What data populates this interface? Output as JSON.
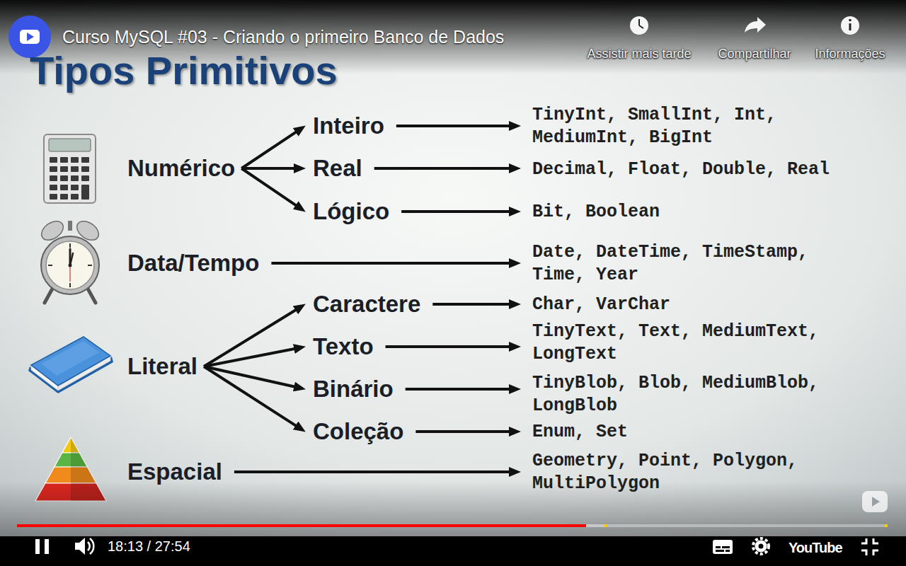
{
  "diagram": {
    "title": "Tipos Primitivos",
    "nodes": [
      {
        "text": [
          "Numérico"
        ]
      },
      {
        "text": [
          "Inteiro"
        ]
      },
      {
        "text": [
          "TinyInt, SmallInt, Int, MediumInt, BigInt"
        ]
      },
      {
        "text": [
          "Real"
        ]
      },
      {
        "text": [
          "Decimal, Float, Double, Real"
        ]
      },
      {
        "text": [
          "Lógico"
        ]
      },
      {
        "text": [
          "Bit, Boolean"
        ]
      },
      {
        "text": [
          "Data/Tempo"
        ]
      },
      {
        "text": [
          "Date, DateTime, TimeStamp, Time, Year"
        ]
      },
      {
        "text": [
          "Literal"
        ]
      },
      {
        "text": [
          "Caractere"
        ]
      },
      {
        "text": [
          "Char, VarChar"
        ]
      },
      {
        "text": [
          "Texto"
        ]
      },
      {
        "text": [
          "TinyText, Text, MediumText, LongText"
        ]
      },
      {
        "text": [
          "Binário"
        ]
      },
      {
        "text": [
          "TinyBlob, Blob, MediumBlob, LongBlob"
        ]
      },
      {
        "text": [
          "Coleção"
        ]
      },
      {
        "text": [
          "Enum, Set"
        ]
      },
      {
        "text": [
          "Espacial"
        ]
      },
      {
        "text": [
          "Geometry, Point, Polygon, MultiPolygon"
        ]
      }
    ],
    "edges": [
      {
        "from": 0,
        "to": 1,
        "arrow": "to"
      },
      {
        "from": 0,
        "to": 3,
        "arrow": "to"
      },
      {
        "from": 0,
        "to": 5,
        "arrow": "to"
      },
      {
        "from": 1,
        "to": 2,
        "arrow": "to"
      },
      {
        "from": 3,
        "to": 4,
        "arrow": "to"
      },
      {
        "from": 5,
        "to": 6,
        "arrow": "to"
      },
      {
        "from": 7,
        "to": 8,
        "arrow": "to"
      },
      {
        "from": 9,
        "to": 10,
        "arrow": "to"
      },
      {
        "from": 9,
        "to": 12,
        "arrow": "to"
      },
      {
        "from": 9,
        "to": 14,
        "arrow": "to"
      },
      {
        "from": 9,
        "to": 16,
        "arrow": "to"
      },
      {
        "from": 10,
        "to": 11,
        "arrow": "to"
      },
      {
        "from": 12,
        "to": 13,
        "arrow": "to"
      },
      {
        "from": 14,
        "to": 15,
        "arrow": "to"
      },
      {
        "from": 16,
        "to": 17,
        "arrow": "to"
      },
      {
        "from": 18,
        "to": 19,
        "arrow": "to"
      }
    ],
    "labels": [
      "Curso MySQL #03 - Criando o primeiro Banco de Dados",
      "Assistir mais tarde",
      "Compartilhar",
      "Informações",
      "18:13 / 27:54",
      "YouTube"
    ]
  }
}
